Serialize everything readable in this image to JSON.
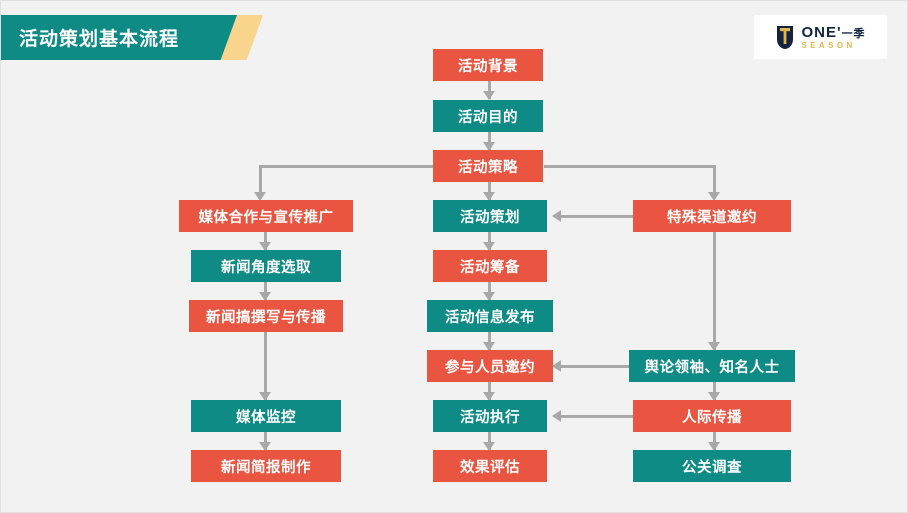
{
  "header": {
    "title": "活动策划基本流程",
    "banner_color": "#0d8b84",
    "accent_color": "#f8d48c"
  },
  "logo": {
    "wordmark": "ONE'",
    "wordmark_cn": "一季",
    "sub": "SEASON",
    "mark_color": "#122440",
    "accent_color": "#e3b64a"
  },
  "palette": {
    "red": "#ea5541",
    "teal": "#0d8b84",
    "background": "#f2f2f2",
    "connector": "#a8a8a8"
  },
  "chart_data": {
    "type": "diagram",
    "title": "活动策划基本流程",
    "columns": [
      "media",
      "main",
      "special"
    ],
    "nodes": [
      {
        "id": "n1",
        "label": "活动背景",
        "color": "red",
        "column": "main",
        "row": 0
      },
      {
        "id": "n2",
        "label": "活动目的",
        "color": "teal",
        "column": "main",
        "row": 1
      },
      {
        "id": "n3",
        "label": "活动策略",
        "color": "red",
        "column": "main",
        "row": 2
      },
      {
        "id": "n4",
        "label": "媒体合作与宣传推广",
        "color": "red",
        "column": "media",
        "row": 3
      },
      {
        "id": "n5",
        "label": "新闻角度选取",
        "color": "teal",
        "column": "media",
        "row": 4
      },
      {
        "id": "n6",
        "label": "新闻搞撰写与传播",
        "color": "red",
        "column": "media",
        "row": 5
      },
      {
        "id": "n7",
        "label": "媒体监控",
        "color": "teal",
        "column": "media",
        "row": 7
      },
      {
        "id": "n8",
        "label": "新闻简报制作",
        "color": "red",
        "column": "media",
        "row": 8
      },
      {
        "id": "n9",
        "label": "活动策划",
        "color": "teal",
        "column": "main",
        "row": 3
      },
      {
        "id": "n10",
        "label": "活动筹备",
        "color": "red",
        "column": "main",
        "row": 4
      },
      {
        "id": "n11",
        "label": "活动信息发布",
        "color": "teal",
        "column": "main",
        "row": 5
      },
      {
        "id": "n12",
        "label": "参与人员邀约",
        "color": "red",
        "column": "main",
        "row": 6
      },
      {
        "id": "n13",
        "label": "活动执行",
        "color": "teal",
        "column": "main",
        "row": 7
      },
      {
        "id": "n14",
        "label": "效果评估",
        "color": "red",
        "column": "main",
        "row": 8
      },
      {
        "id": "n15",
        "label": "特殊渠道邀约",
        "color": "red",
        "column": "special",
        "row": 3
      },
      {
        "id": "n16",
        "label": "舆论领袖、知名人士",
        "color": "teal",
        "column": "special",
        "row": 6
      },
      {
        "id": "n17",
        "label": "人际传播",
        "color": "red",
        "column": "special",
        "row": 7
      },
      {
        "id": "n18",
        "label": "公关调查",
        "color": "teal",
        "column": "special",
        "row": 8
      }
    ],
    "edges": [
      {
        "from": "n1",
        "to": "n2",
        "direction": "down"
      },
      {
        "from": "n2",
        "to": "n3",
        "direction": "down"
      },
      {
        "from": "n3",
        "to": "n4",
        "direction": "elbow-left-down"
      },
      {
        "from": "n3",
        "to": "n9",
        "direction": "down"
      },
      {
        "from": "n3",
        "to": "n15",
        "direction": "elbow-right-down"
      },
      {
        "from": "n4",
        "to": "n5",
        "direction": "down"
      },
      {
        "from": "n5",
        "to": "n6",
        "direction": "down"
      },
      {
        "from": "n6",
        "to": "n7",
        "direction": "down"
      },
      {
        "from": "n7",
        "to": "n8",
        "direction": "down"
      },
      {
        "from": "n9",
        "to": "n10",
        "direction": "down"
      },
      {
        "from": "n10",
        "to": "n11",
        "direction": "down"
      },
      {
        "from": "n11",
        "to": "n12",
        "direction": "down"
      },
      {
        "from": "n12",
        "to": "n13",
        "direction": "down"
      },
      {
        "from": "n13",
        "to": "n14",
        "direction": "down"
      },
      {
        "from": "n15",
        "to": "n9",
        "direction": "left"
      },
      {
        "from": "n15",
        "to": "n16",
        "direction": "down"
      },
      {
        "from": "n16",
        "to": "n12",
        "direction": "left"
      },
      {
        "from": "n16",
        "to": "n17",
        "direction": "down"
      },
      {
        "from": "n17",
        "to": "n13",
        "direction": "left"
      },
      {
        "from": "n17",
        "to": "n18",
        "direction": "down"
      }
    ]
  }
}
